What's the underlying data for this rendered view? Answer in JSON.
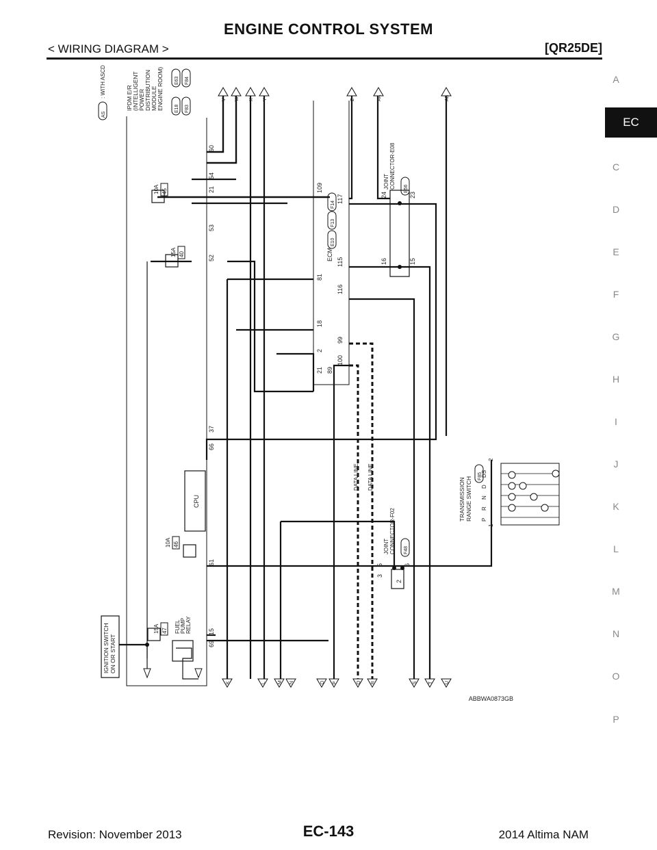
{
  "header": {
    "title": "ENGINE CONTROL SYSTEM",
    "section": "< WIRING DIAGRAM >",
    "engine": "[QR25DE]"
  },
  "side_index": [
    "A",
    "C",
    "D",
    "E",
    "F",
    "G",
    "H",
    "I",
    "J",
    "K",
    "L",
    "M",
    "N",
    "O",
    "P"
  ],
  "side_active": "EC",
  "footer": {
    "revision": "Revision: November 2013",
    "page": "EC-143",
    "model": "2014 Altima NAM"
  },
  "diagram": {
    "code": "ABBWA0873GB",
    "note_as": "AS",
    "note_text": ": WITH ASCD",
    "ipdm_lines": [
      "IPDM E/R",
      "(INTELLIGENT",
      "POWER",
      "DISTRIBUTION",
      "MODULE",
      "ENGINE ROOM)"
    ],
    "ipdm_connectors": [
      "E18",
      "E63",
      "F83",
      "F84"
    ],
    "ecm_label": "ECM",
    "ecm_connectors": [
      "E10",
      "F13",
      "F14"
    ],
    "joint_e08_lines": [
      "JOINT",
      "CONNECTOR-E08"
    ],
    "joint_e08_conn": "E56",
    "joint_f02_lines": [
      "JOINT",
      "CONNECTOR-F02"
    ],
    "joint_f02_conn": "F48",
    "trs_lines": [
      "TRANSMISSION",
      "RANGE SWITCH"
    ],
    "trs_conn": "F85",
    "trs_positions": [
      "P",
      "R",
      "N",
      "D",
      "DS"
    ],
    "ign_lines": [
      "IGNITION SWITCH",
      "ON OR START"
    ],
    "relay_lines": [
      "FUEL",
      "PUMP",
      "RELAY"
    ],
    "cpu": "CPU",
    "data_line": "DATA LINE",
    "fuse_10a_45": [
      "10A",
      "45"
    ],
    "fuse_15a_40": [
      "15A",
      "40"
    ],
    "fuse_10a_46": [
      "10A",
      "46"
    ],
    "fuse_15a_47": [
      "15A",
      "47"
    ],
    "ipdm_pins": [
      "60",
      "54",
      "21",
      "53",
      "52",
      "37",
      "66",
      "61",
      "15",
      "69"
    ],
    "ecm_pins": [
      "109",
      "117",
      "81",
      "115",
      "116",
      "18",
      "2",
      "99",
      "100",
      "21",
      "89"
    ],
    "joint_e08_pins": [
      "24",
      "23",
      "16",
      "15"
    ],
    "joint_f02_pins": [
      "5",
      "3",
      "2",
      "6"
    ],
    "trs_pins": [
      "1",
      "2"
    ],
    "top_connectors": [
      "V",
      "W",
      "X",
      "Y",
      "Z",
      "AA",
      "AB"
    ],
    "bottom_connectors": [
      "K",
      "L",
      "M",
      "N",
      "O",
      "P",
      "Q",
      "R",
      "S",
      "T",
      "U"
    ]
  }
}
